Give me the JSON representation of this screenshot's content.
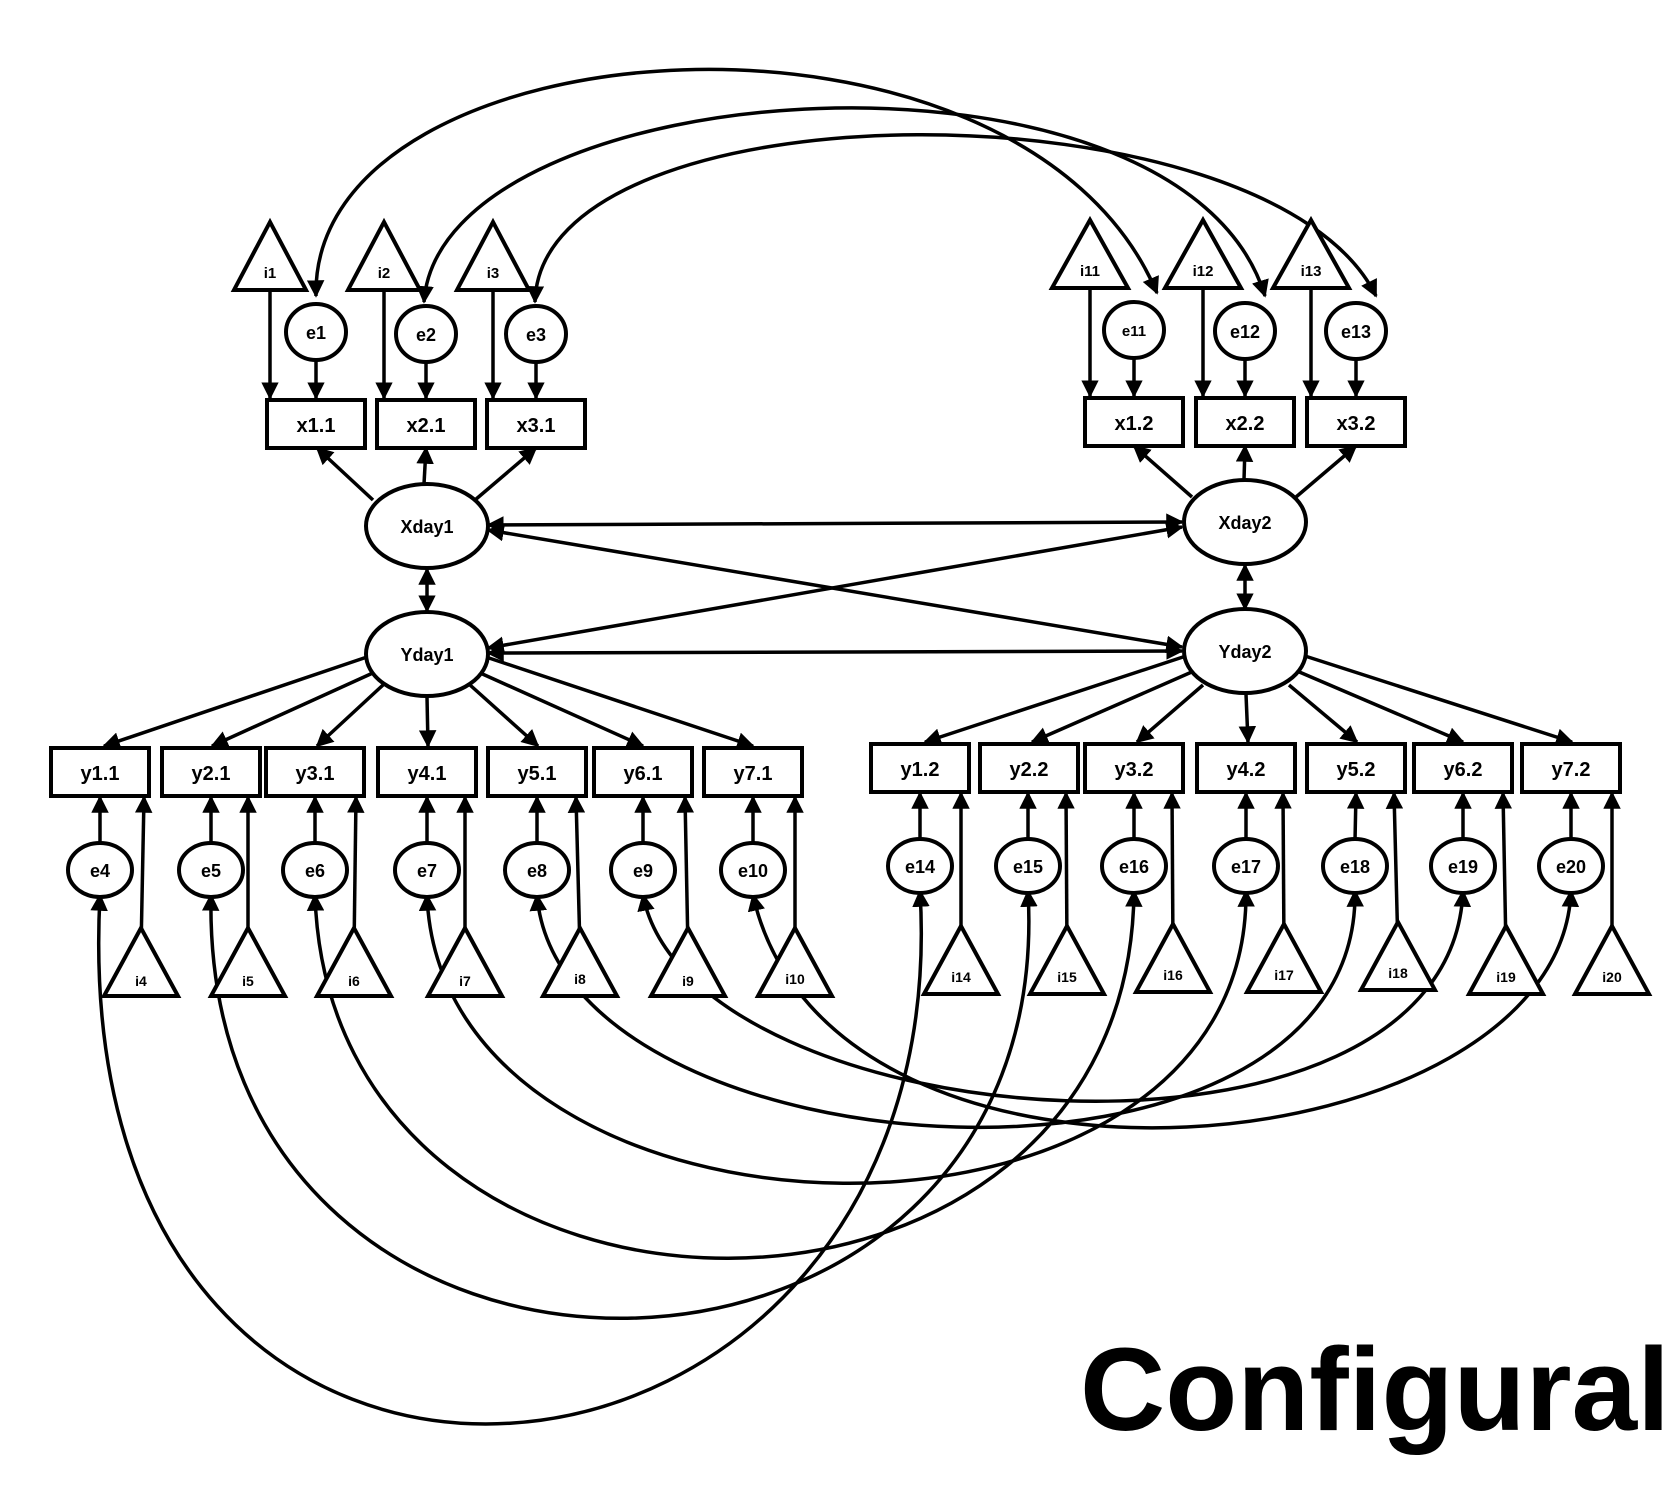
{
  "caption": "Configural",
  "colors": {
    "stroke": "#000000",
    "background": "#ffffff"
  },
  "nodes": {
    "i1": "i1",
    "i2": "i2",
    "i3": "i3",
    "i11": "i11",
    "i12": "i12",
    "i13": "i13",
    "e1": "e1",
    "e2": "e2",
    "e3": "e3",
    "e11": "e11",
    "e12": "e12",
    "e13": "e13",
    "x11": "x1.1",
    "x21": "x2.1",
    "x31": "x3.1",
    "x12": "x1.2",
    "x22": "x2.2",
    "x32": "x3.2",
    "Xday1": "Xday1",
    "Xday2": "Xday2",
    "Yday1": "Yday1",
    "Yday2": "Yday2",
    "y11": "y1.1",
    "y21": "y2.1",
    "y31": "y3.1",
    "y41": "y4.1",
    "y51": "y5.1",
    "y61": "y6.1",
    "y71": "y7.1",
    "y12": "y1.2",
    "y22": "y2.2",
    "y32": "y3.2",
    "y42": "y4.2",
    "y52": "y5.2",
    "y62": "y6.2",
    "y72": "y7.2",
    "e4": "e4",
    "e5": "e5",
    "e6": "e6",
    "e7": "e7",
    "e8": "e8",
    "e9": "e9",
    "e10": "e10",
    "e14": "e14",
    "e15": "e15",
    "e16": "e16",
    "e17": "e17",
    "e18": "e18",
    "e19": "e19",
    "e20": "e20",
    "i4": "i4",
    "i5": "i5",
    "i6": "i6",
    "i7": "i7",
    "i8": "i8",
    "i9": "i9",
    "i10": "i10",
    "i14": "i14",
    "i15": "i15",
    "i16": "i16",
    "i17": "i17",
    "i18": "i18",
    "i19": "i19",
    "i20": "i20"
  }
}
